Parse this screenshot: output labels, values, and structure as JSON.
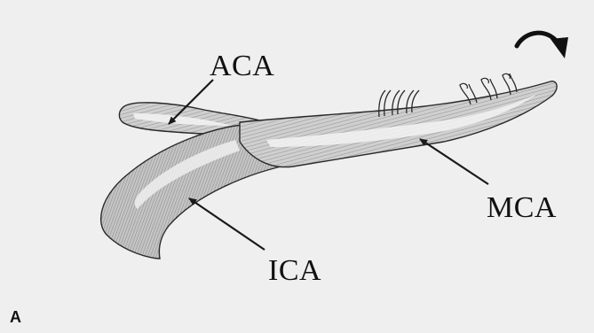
{
  "figure": {
    "panel_letter": "A",
    "labels": {
      "aca": "ACA",
      "mca": "MCA",
      "ica": "ICA"
    },
    "colors": {
      "background": "#efefef",
      "vessel_fill": "#c9c9c9",
      "vessel_highlight": "#f2f2f2",
      "ink": "#1a1a1a"
    },
    "icons": {
      "rotation": "curved-arrow-clockwise-icon"
    }
  }
}
